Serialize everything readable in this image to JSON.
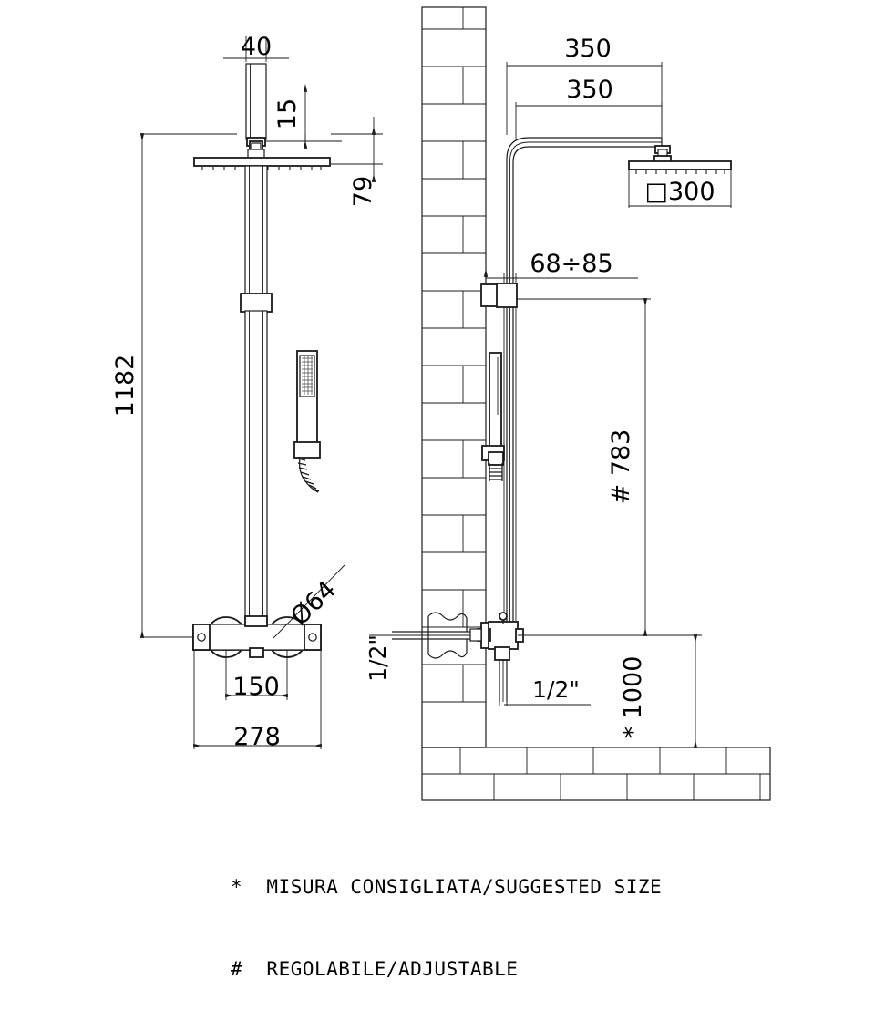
{
  "drawing": {
    "title": "Shower column technical drawing",
    "views": [
      "front-elevation",
      "side-section-with-wall"
    ]
  },
  "dimensions": {
    "pipe_width": "40",
    "head_inlet_offset": "15",
    "head_height_offset": "79",
    "total_height": "1182",
    "knob_diameter": "Ø64",
    "mixer_centers": "150",
    "mixer_plate_width": "278",
    "arm_reach_outer": "350",
    "arm_reach_inner": "350",
    "head_size": "□300",
    "bracket_range": "68÷85",
    "slider_height": "# 783",
    "mixer_height": "* 1000",
    "inlet_left": "1/2\"",
    "inlet_bottom": "1/2\""
  },
  "legend": {
    "line1": "*  MISURA CONSIGLIATA/SUGGESTED SIZE",
    "line2": "#  REGOLABILE/ADJUSTABLE"
  },
  "colors": {
    "line": "#1a1a1a",
    "background": "#ffffff"
  }
}
